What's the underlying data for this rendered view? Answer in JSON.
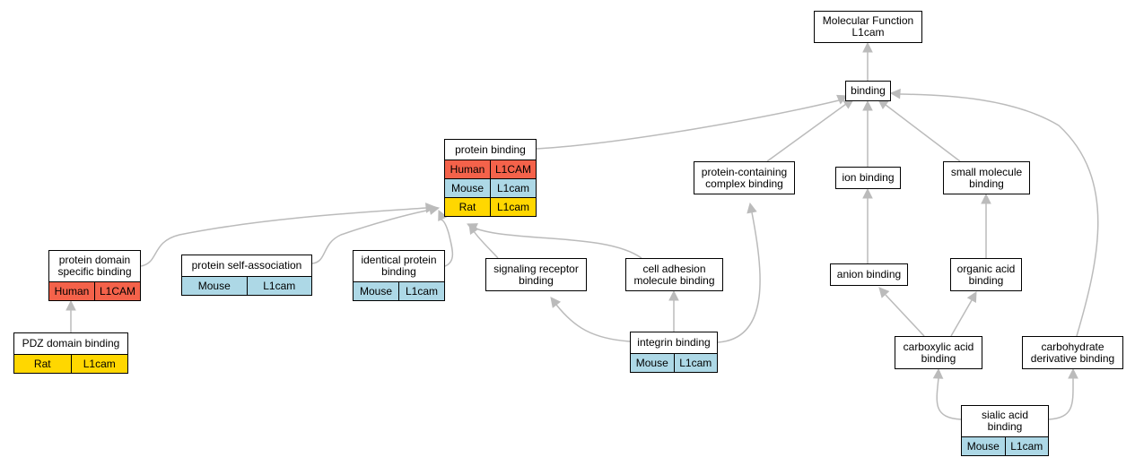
{
  "colors": {
    "Human": "#f4624a",
    "Mouse": "#add8e6",
    "Rat": "#ffd700",
    "edge": "#bbbbbb"
  },
  "nodes": {
    "mf": {
      "label": "Molecular Function\nL1cam",
      "rows": []
    },
    "binding": {
      "label": "binding",
      "rows": []
    },
    "protein_binding": {
      "label": "protein binding",
      "rows": [
        [
          "Human",
          "L1CAM"
        ],
        [
          "Mouse",
          "L1cam"
        ],
        [
          "Rat",
          "L1cam"
        ]
      ]
    },
    "pccb": {
      "label": "protein-containing\ncomplex binding",
      "rows": []
    },
    "ion": {
      "label": "ion binding",
      "rows": []
    },
    "small": {
      "label": "small molecule\nbinding",
      "rows": []
    },
    "pdsb": {
      "label": "protein domain\nspecific binding",
      "rows": [
        [
          "Human",
          "L1CAM"
        ]
      ]
    },
    "psa": {
      "label": "protein self-association",
      "rows": [
        [
          "Mouse",
          "L1cam"
        ]
      ]
    },
    "ipb": {
      "label": "identical protein\nbinding",
      "rows": [
        [
          "Mouse",
          "L1cam"
        ]
      ]
    },
    "srb": {
      "label": "signaling receptor\nbinding",
      "rows": []
    },
    "camb": {
      "label": "cell adhesion\nmolecule binding",
      "rows": []
    },
    "anion": {
      "label": "anion binding",
      "rows": []
    },
    "organic": {
      "label": "organic acid\nbinding",
      "rows": []
    },
    "pdz": {
      "label": "PDZ domain binding",
      "rows": [
        [
          "Rat",
          "L1cam"
        ]
      ]
    },
    "integrin": {
      "label": "integrin binding",
      "rows": [
        [
          "Mouse",
          "L1cam"
        ]
      ]
    },
    "carboxylic": {
      "label": "carboxylic acid\nbinding",
      "rows": []
    },
    "carbohydrate": {
      "label": "carbohydrate\nderivative binding",
      "rows": []
    },
    "sialic": {
      "label": "sialic acid\nbinding",
      "rows": [
        [
          "Mouse",
          "L1cam"
        ]
      ]
    }
  },
  "edges": [
    [
      "binding",
      "mf"
    ],
    [
      "protein_binding",
      "binding"
    ],
    [
      "pccb",
      "binding"
    ],
    [
      "ion",
      "binding"
    ],
    [
      "small",
      "binding"
    ],
    [
      "carbohydrate",
      "binding"
    ],
    [
      "pdsb",
      "protein_binding"
    ],
    [
      "psa",
      "protein_binding"
    ],
    [
      "ipb",
      "protein_binding"
    ],
    [
      "srb",
      "protein_binding"
    ],
    [
      "camb",
      "protein_binding"
    ],
    [
      "integrin",
      "pccb"
    ],
    [
      "integrin",
      "srb"
    ],
    [
      "integrin",
      "camb"
    ],
    [
      "anion",
      "ion"
    ],
    [
      "organic",
      "small"
    ],
    [
      "pdz",
      "pdsb"
    ],
    [
      "carboxylic",
      "anion"
    ],
    [
      "carboxylic",
      "organic"
    ],
    [
      "sialic",
      "carboxylic"
    ],
    [
      "sialic",
      "carbohydrate"
    ]
  ]
}
